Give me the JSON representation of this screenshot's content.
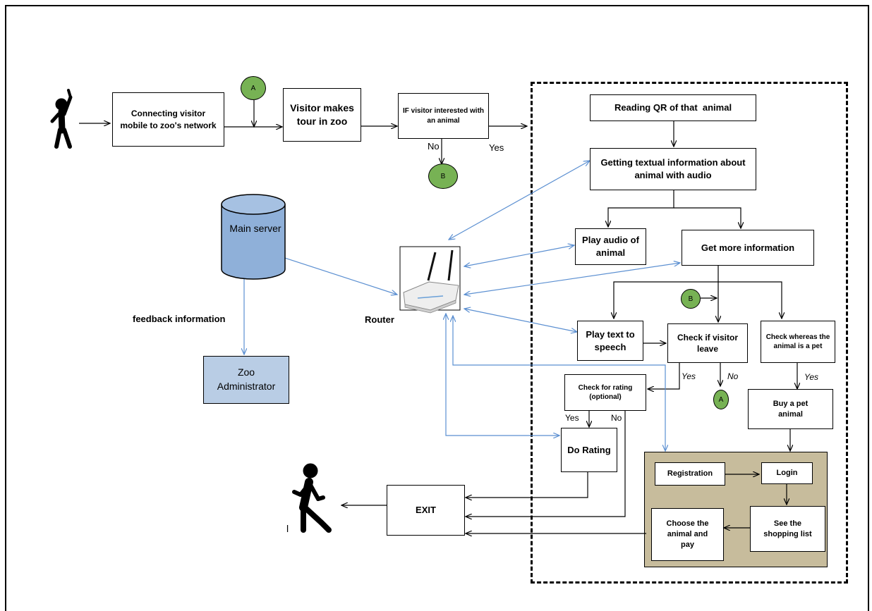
{
  "colors": {
    "line": "#000000",
    "wireless_link": "#5b8fd1",
    "server_fill": "#8fb0d9",
    "admin_fill": "#b9cde5",
    "shop_area_fill": "#c7bc9c",
    "connector_fill": "#77b254"
  },
  "icons": {
    "visitor_start": "person-waving-icon",
    "visitor_exit": "person-walking-icon",
    "router": "wifi-router-icon",
    "server": "database-cylinder-icon"
  },
  "nodes": {
    "connect": "Connecting visitor mobile to zoo's network",
    "tour": "Visitor makes tour in zoo",
    "if_interested": "IF visitor interested with an animal",
    "read_qr": "Reading QR of that  animal",
    "textual_info": "Getting textual information about animal with audio",
    "play_audio": "Play audio of animal",
    "more_info": "Get more information",
    "tts": "Play text to speech",
    "check_leave": "Check if visitor leave",
    "check_pet": "Check whereas the animal is a pet",
    "check_rating": "Check for rating (optional)",
    "do_rating": "Do Rating",
    "buy_pet": "Buy a pet animal",
    "registration": "Registration",
    "login": "Login",
    "shopping_list": "See the shopping list",
    "choose_pay": "Choose the animal and pay",
    "exit": "EXIT",
    "main_server": "Main server",
    "zoo_admin": "Zoo Administrator"
  },
  "labels": {
    "router": "Router",
    "feedback": "feedback information",
    "no_interest": "No",
    "yes_interest": "Yes",
    "yes_leave": "Yes",
    "no_leave": "No",
    "yes_pet": "Yes",
    "yes_rating": "Yes",
    "no_rating": "No",
    "stray_mark": "l"
  },
  "connectors": {
    "a_top": "A",
    "b_mid": "B",
    "b_right": "B",
    "a_bottom": "A"
  }
}
